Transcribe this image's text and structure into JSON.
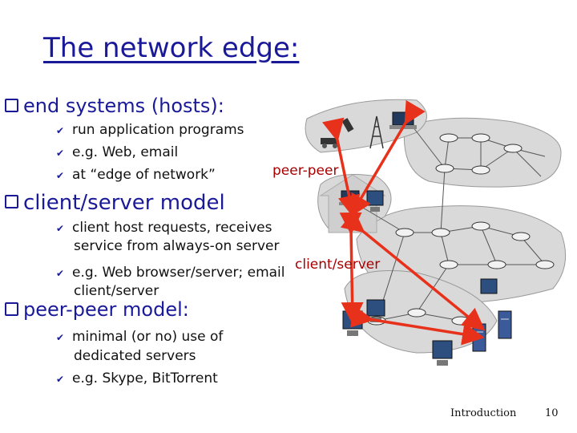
{
  "slide": {
    "title": "The network edge:",
    "sections": [
      {
        "heading": "end systems (hosts):",
        "items": [
          "run application programs",
          "e.g. Web, email",
          "at “edge of network”"
        ]
      },
      {
        "heading": "client/server model",
        "items": [
          "client host requests, receives",
          "service from always-on server",
          "e.g. Web browser/server; email",
          "client/server"
        ]
      },
      {
        "heading": "peer-peer model:",
        "items": [
          "minimal (or no) use of",
          "dedicated servers",
          "e.g. Skype,  BitTorrent"
        ]
      }
    ],
    "labels": {
      "peer_peer": "peer-peer",
      "client_server": "client/server"
    },
    "footer": {
      "section": "Introduction",
      "page": "10"
    }
  },
  "colors": {
    "heading": "#1a1a99",
    "accent": "#a80000",
    "arrow": "#e8311a"
  },
  "icons": [
    "router-icon",
    "laptop-icon",
    "desktop-icon",
    "server-icon",
    "phone-icon",
    "cell-tower-icon"
  ]
}
